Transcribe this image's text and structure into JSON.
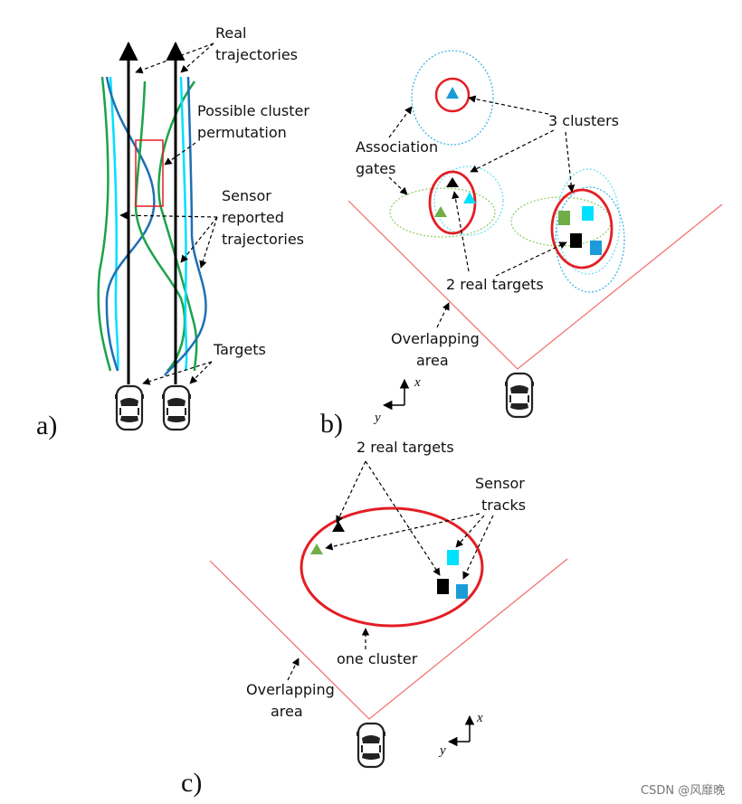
{
  "panels": {
    "a": "a)",
    "b": "b)",
    "c": "c)"
  },
  "panel_a": {
    "real_trajectories": [
      "Real",
      "trajectories"
    ],
    "possible_cluster": [
      "Possible cluster",
      "permutation"
    ],
    "sensor_reported": [
      "Sensor",
      "reported",
      "trajectories"
    ],
    "targets": "Targets"
  },
  "panel_b": {
    "association_gates": [
      "Association",
      "gates"
    ],
    "three_clusters": "3 clusters",
    "two_real_targets": "2 real targets",
    "overlapping_area": [
      "Overlapping",
      "area"
    ],
    "axis_x": "x",
    "axis_y": "y"
  },
  "panel_c": {
    "two_real_targets": "2 real targets",
    "sensor_tracks": [
      "Sensor",
      "tracks"
    ],
    "one_cluster": "one cluster",
    "overlapping_area": [
      "Overlapping",
      "area"
    ],
    "axis_x": "x",
    "axis_y": "y"
  },
  "watermark": "CSDN @风靡晚",
  "colors": {
    "red": "#e31e24",
    "green": "#1aa34a",
    "lightgreen": "#70ad47",
    "cyan": "#00e0ff",
    "blue": "#1f6fb5",
    "skyblue": "#1b9bd8",
    "black": "#000000"
  }
}
